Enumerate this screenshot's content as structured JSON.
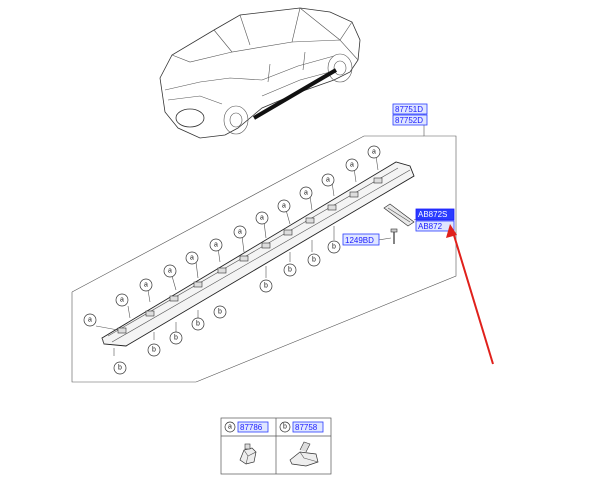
{
  "callouts": {
    "assembly_top": "87751D",
    "assembly_bottom": "87752D",
    "selected_top": "AB872S",
    "selected_bottom": "AB872",
    "bolt": "1249BD"
  },
  "markers": {
    "a": "a",
    "b": "b"
  },
  "legend": {
    "col1_marker": "a",
    "col1_part": "87786",
    "col2_marker": "b",
    "col2_part": "87758"
  },
  "colors": {
    "callout_blue": "#2a3cff",
    "arrow_red": "#e0201b"
  }
}
